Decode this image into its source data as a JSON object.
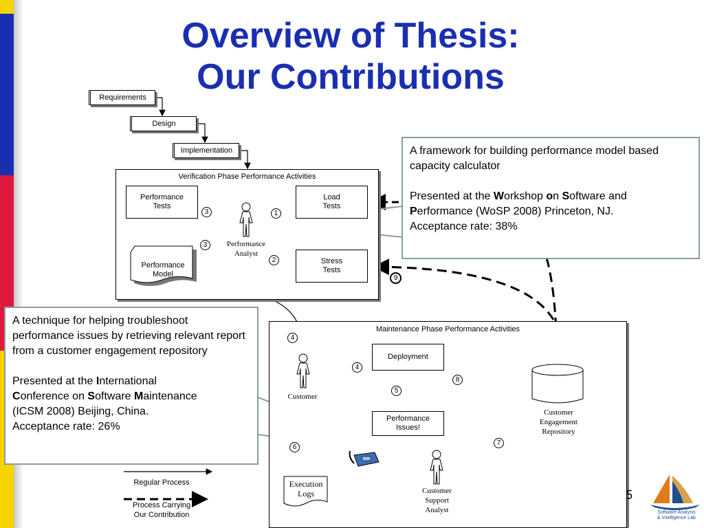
{
  "slide": {
    "title_line1": "Overview of Thesis:",
    "title_line2": "Our Contributions",
    "page_number": "5"
  },
  "waterfall": {
    "requirements": "Requirements",
    "design": "Design",
    "implementation": "Implementation"
  },
  "verification": {
    "title": "Verification Phase Performance Activities",
    "performance_tests": "Performance Tests",
    "load_tests": "Load Tests",
    "stress_tests": "Stress Tests",
    "performance_model": "Performance Model",
    "analyst_line1": "Performance",
    "analyst_line2": "Analyst"
  },
  "maintenance": {
    "title": "Maintenance Phase Performance Activities",
    "deployment": "Deployment",
    "performance_issues": "Performance Issues!",
    "customer": "Customer",
    "repository_line1": "Customer",
    "repository_line2": "Engagement",
    "repository_line3": "Repository",
    "support_line1": "Customer",
    "support_line2": "Support",
    "support_line3": "Analyst",
    "execution_logs_line1": "Execution",
    "execution_logs_line2": "Logs"
  },
  "step_numbers": {
    "n1": "1",
    "n2": "2",
    "n3a": "3",
    "n3b": "3",
    "n4a": "4",
    "n4b": "4",
    "n5": "5",
    "n6": "6",
    "n7": "7",
    "n8": "8",
    "n9": "9"
  },
  "callout_top": {
    "p1": "A framework for building performance model based capacity calculator",
    "p2_prefix": "Presented at the ",
    "p2_W": "W",
    "p2_orkshop": "orkshop ",
    "p2_o": "o",
    "p2_n": "n ",
    "p2_S": "S",
    "p2_oftware": "oftware and",
    "p2_P": "P",
    "p2_rest": "erformance (WoSP 2008) Princeton, NJ.",
    "p2_acceptance": "Acceptance rate: 38%"
  },
  "callout_left": {
    "p1": "A technique for helping troubleshoot performance issues by retrieving relevant report from a customer engagement repository",
    "p2_prefix": "Presented at the ",
    "p2_I": "I",
    "p2_nternational": "nternational",
    "p2_C": "C",
    "p2_onference_on": "onference on ",
    "p2_S": "S",
    "p2_oftware": "oftware ",
    "p2_M": "M",
    "p2_aintenance": "aintenance",
    "p2_rest": "(ICSM 2008) Beijing, China.",
    "p2_acceptance": "Acceptance rate: 26%"
  },
  "legend": {
    "regular": "Regular Process",
    "contribution_line1": "Process Carrying",
    "contribution_line2": "Our Contribution"
  },
  "logo": {
    "line1": "Software Analysis",
    "line2": "& Intelligence Lab"
  },
  "colors": {
    "title": "#1a2fb0",
    "strip_yellow": "#f5d400",
    "strip_red": "#e0183c",
    "strip_blue": "#1a2fb0",
    "callout_border": "#8a9ca6"
  }
}
